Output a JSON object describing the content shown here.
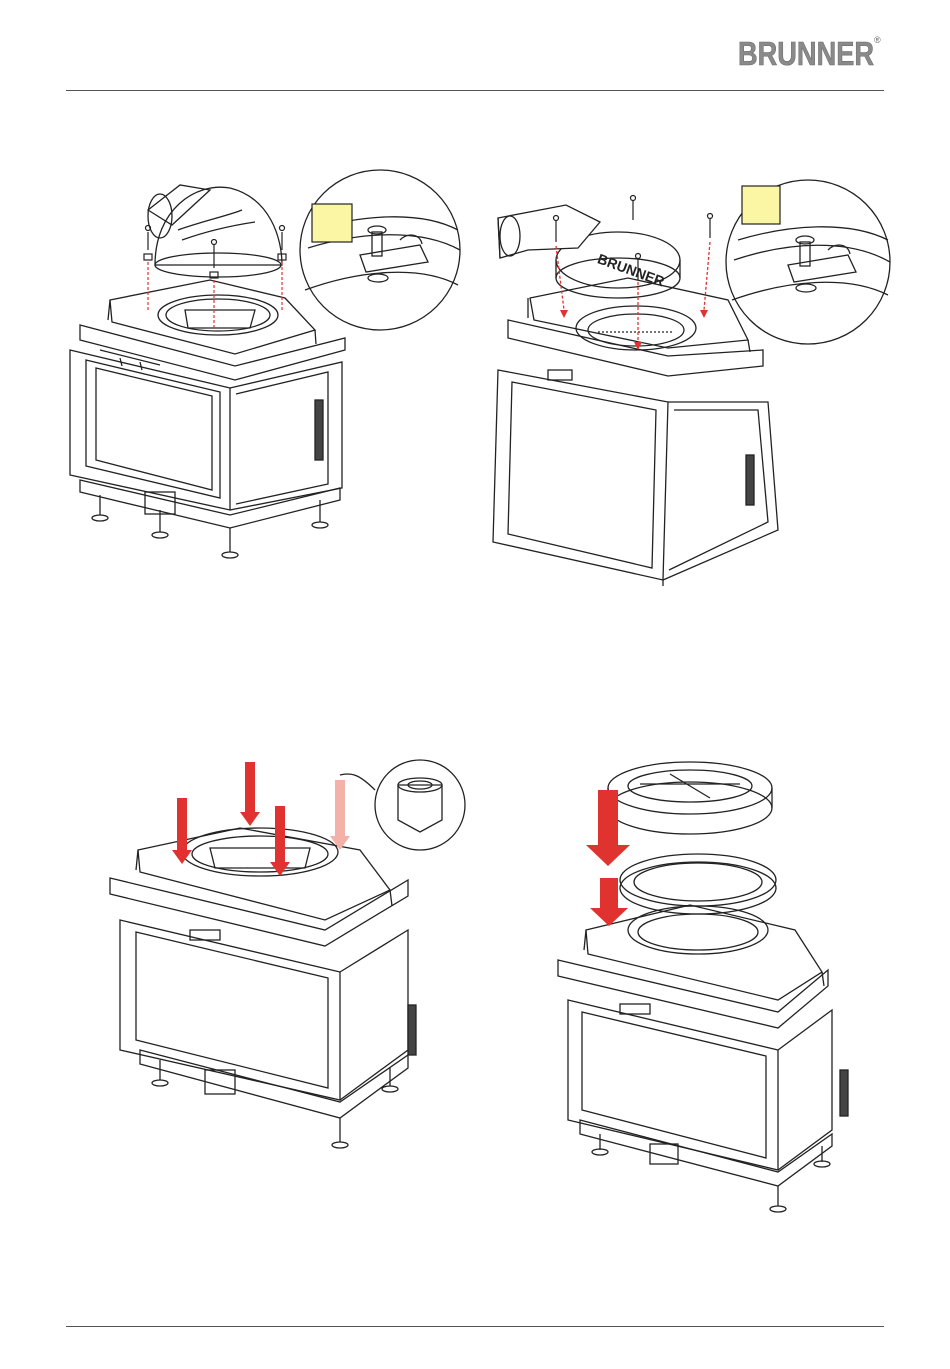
{
  "header": {
    "brand_logo": "BRUNNER",
    "registered_mark": "®"
  },
  "figures": [
    {
      "name": "step-1-remove-dome-cover",
      "icon": "fireplace-insert-with-dome-icon"
    },
    {
      "name": "step-2-mount-fan-housing",
      "icon": "fireplace-insert-with-fan-icon"
    },
    {
      "name": "step-3-insert-screws",
      "icon": "fireplace-insert-with-screws-icon"
    },
    {
      "name": "step-4-place-seal-rings",
      "icon": "fireplace-insert-with-rings-icon"
    }
  ],
  "fan_housing_logo": "BRUNNER",
  "colors": {
    "arrow_red": "#e0322e",
    "callout_yellow": "#fbf6a4",
    "line": "#222222",
    "rule": "#555555"
  }
}
